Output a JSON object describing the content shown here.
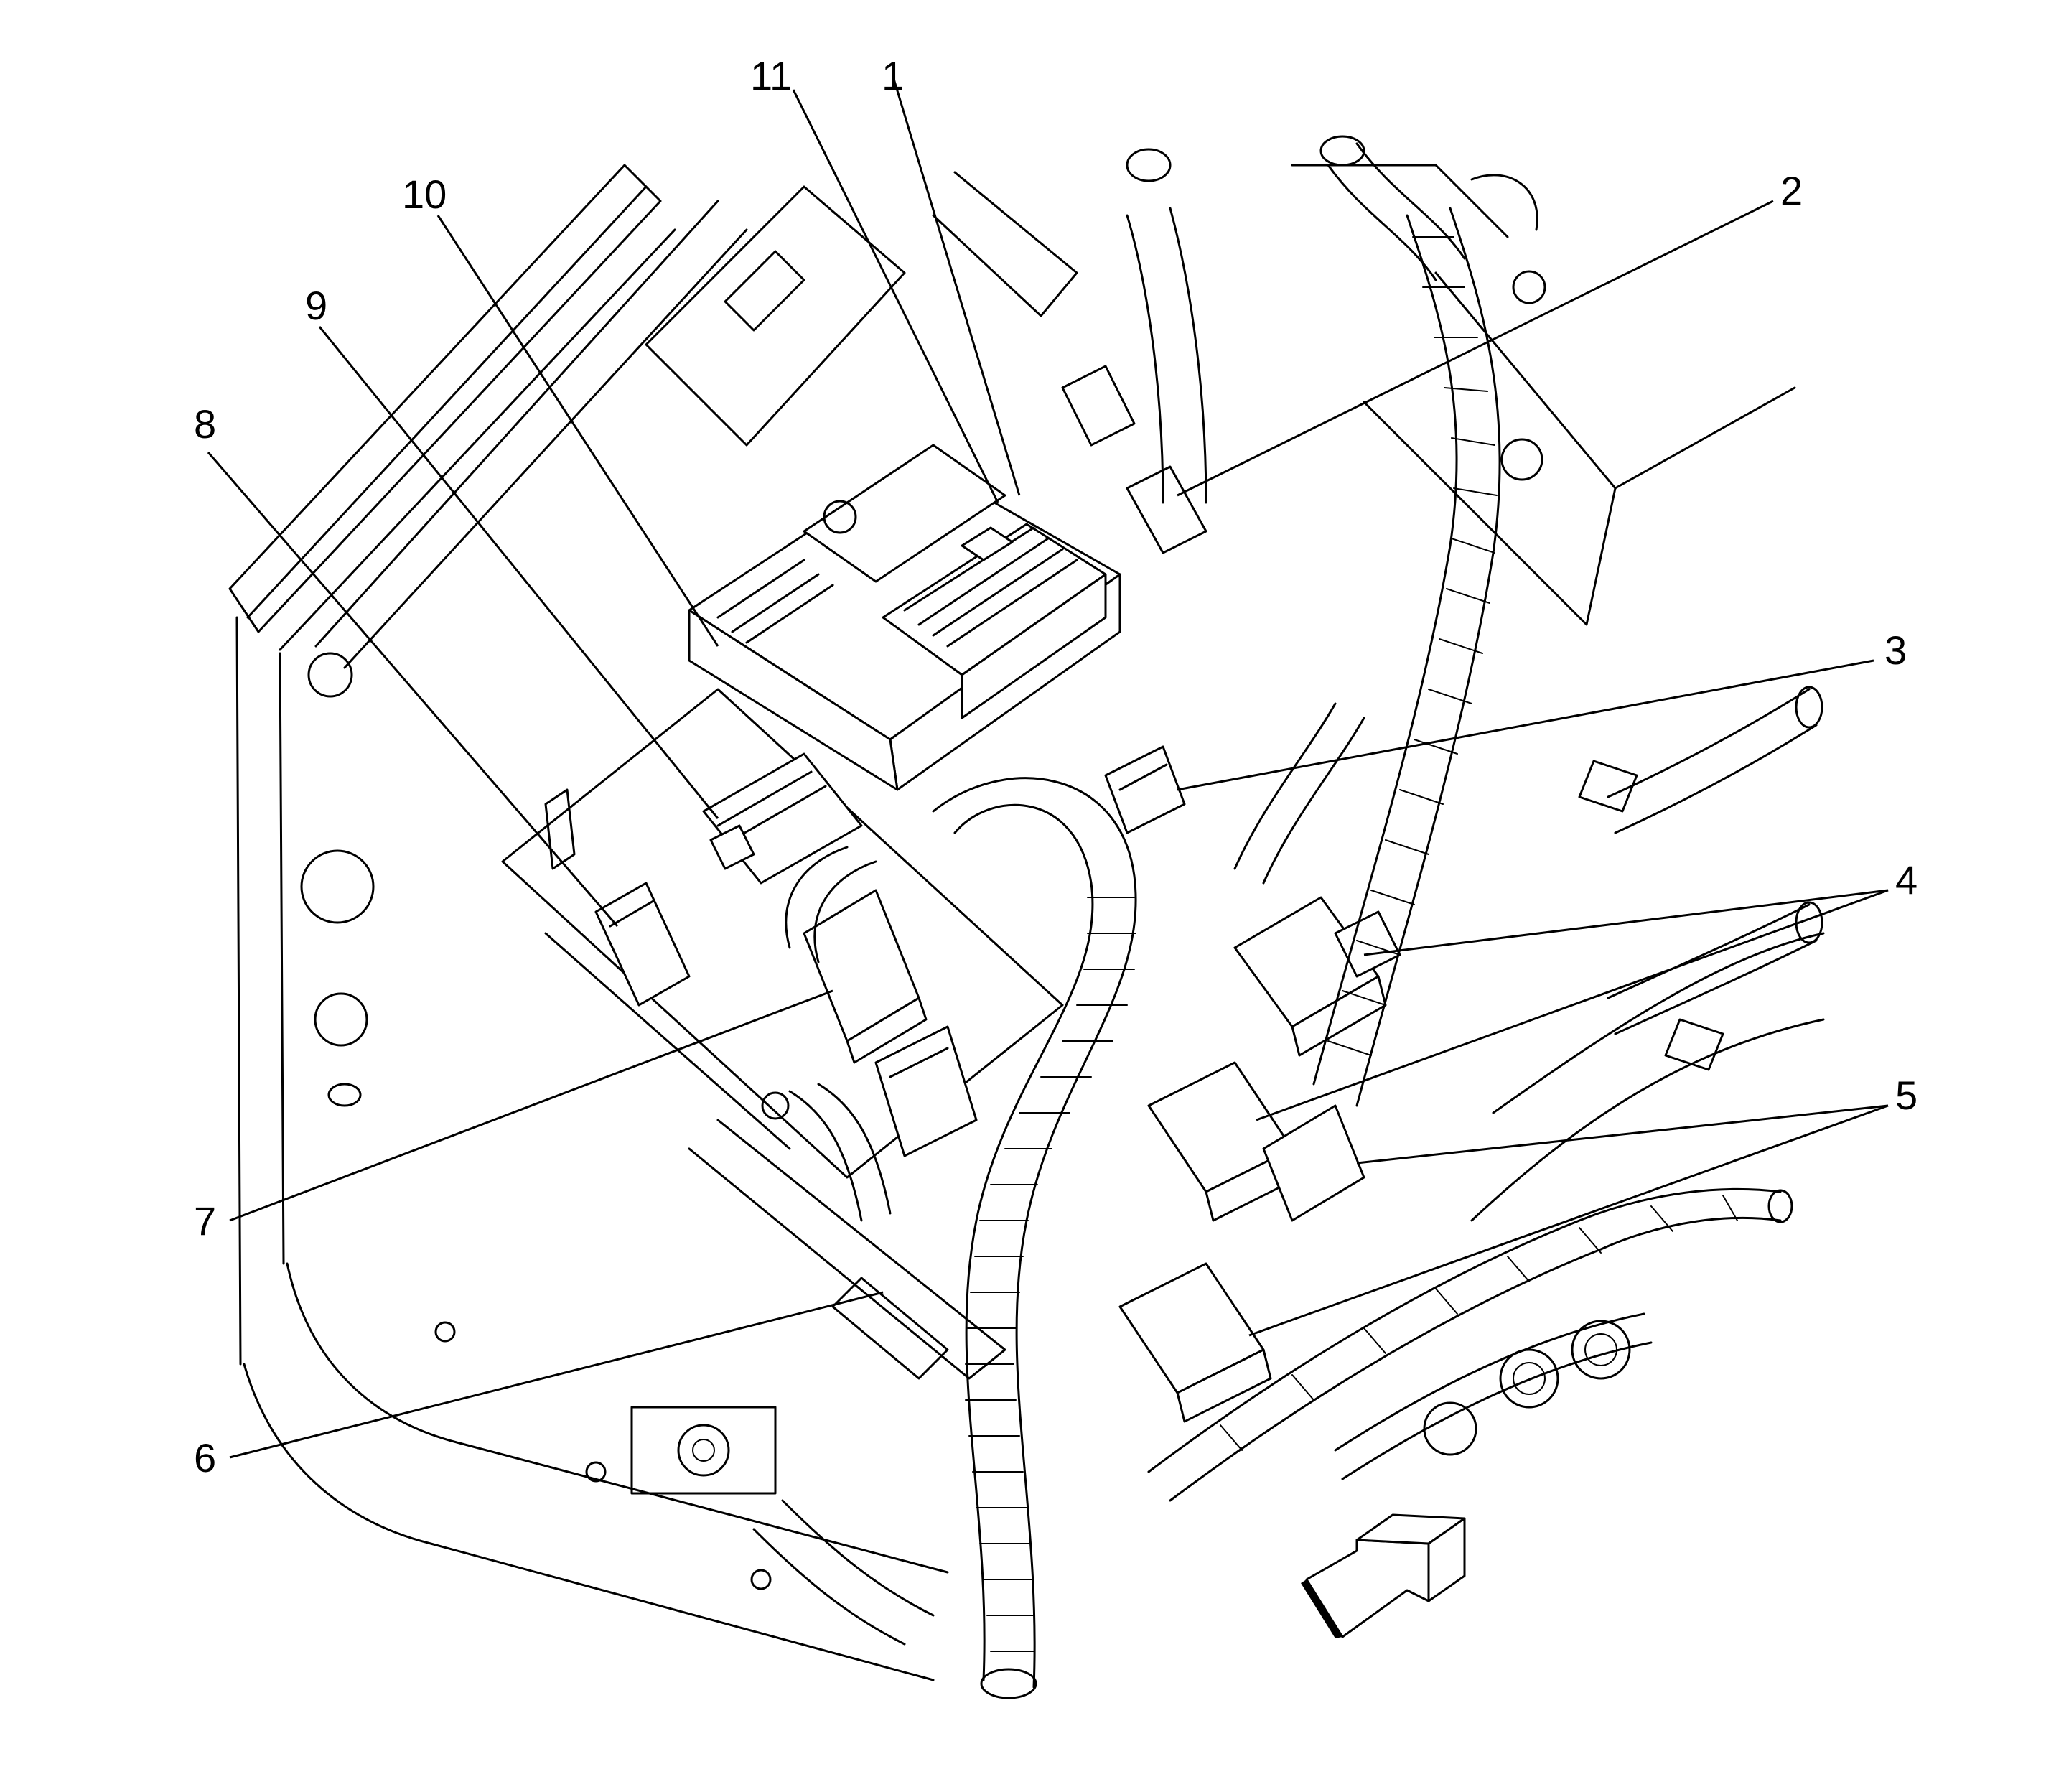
{
  "callouts": [
    {
      "id": "1",
      "text": "1"
    },
    {
      "id": "2",
      "text": "2"
    },
    {
      "id": "3",
      "text": "3"
    },
    {
      "id": "4",
      "text": "4"
    },
    {
      "id": "5",
      "text": "5"
    },
    {
      "id": "6",
      "text": "6"
    },
    {
      "id": "7",
      "text": "7"
    },
    {
      "id": "8",
      "text": "8"
    },
    {
      "id": "9",
      "text": "9"
    },
    {
      "id": "10",
      "text": "10"
    },
    {
      "id": "11",
      "text": "11"
    }
  ],
  "icons": {
    "direction_arrow": "forward-arrow-icon"
  }
}
